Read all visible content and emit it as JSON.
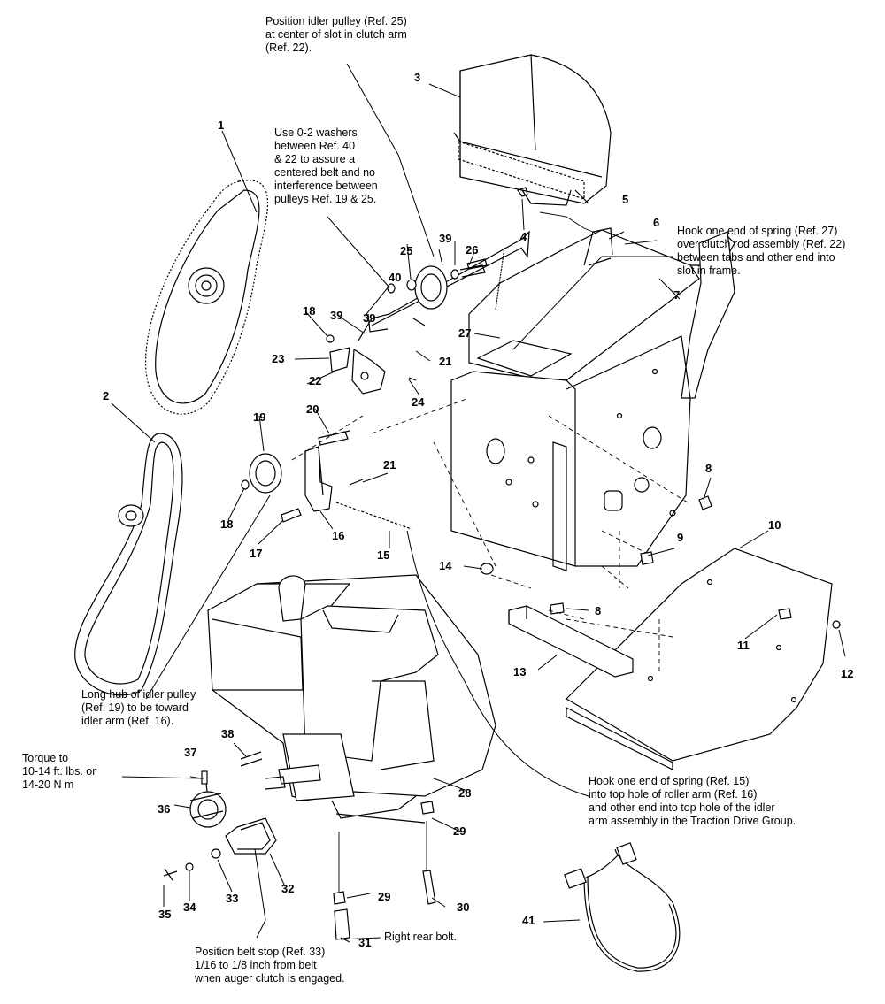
{
  "notes": {
    "idler_position": "Position idler pulley (Ref. 25)\nat center of slot in clutch arm\n(Ref. 22).",
    "washers": "Use 0-2 washers\nbetween Ref. 40\n& 22 to assure a\ncentered belt and no\ninterference between\npulleys Ref. 19 & 25.",
    "spring27": "Hook one end of spring (Ref. 27)\nover clutch rod assembly (Ref. 22)\nbetween tabs and other end into\nslot in frame.",
    "long_hub": "Long hub of idler pulley\n(Ref. 19) to be toward\nidler arm (Ref. 16).",
    "torque": "Torque to\n10-14 ft. lbs. or\n14-20 N m",
    "spring15": "Hook one end of spring (Ref. 15)\ninto top hole of roller arm (Ref. 16)\nand other end into top hole of the idler\narm assembly in the Traction Drive Group.",
    "belt_stop": "Position belt stop (Ref. 33)\n1/16 to 1/8 inch from belt\nwhen auger clutch is engaged.",
    "rear_bolt": "Right rear bolt."
  },
  "callouts": [
    "1",
    "2",
    "3",
    "4",
    "5",
    "6",
    "7",
    "8",
    "9",
    "10",
    "11",
    "12",
    "13",
    "14",
    "15",
    "16",
    "17",
    "18",
    "18",
    "19",
    "20",
    "21",
    "21",
    "22",
    "23",
    "24",
    "25",
    "26",
    "27",
    "28",
    "29",
    "29",
    "30",
    "31",
    "32",
    "33",
    "34",
    "35",
    "36",
    "37",
    "38",
    "39",
    "39",
    "39",
    "40",
    "41",
    "8"
  ]
}
